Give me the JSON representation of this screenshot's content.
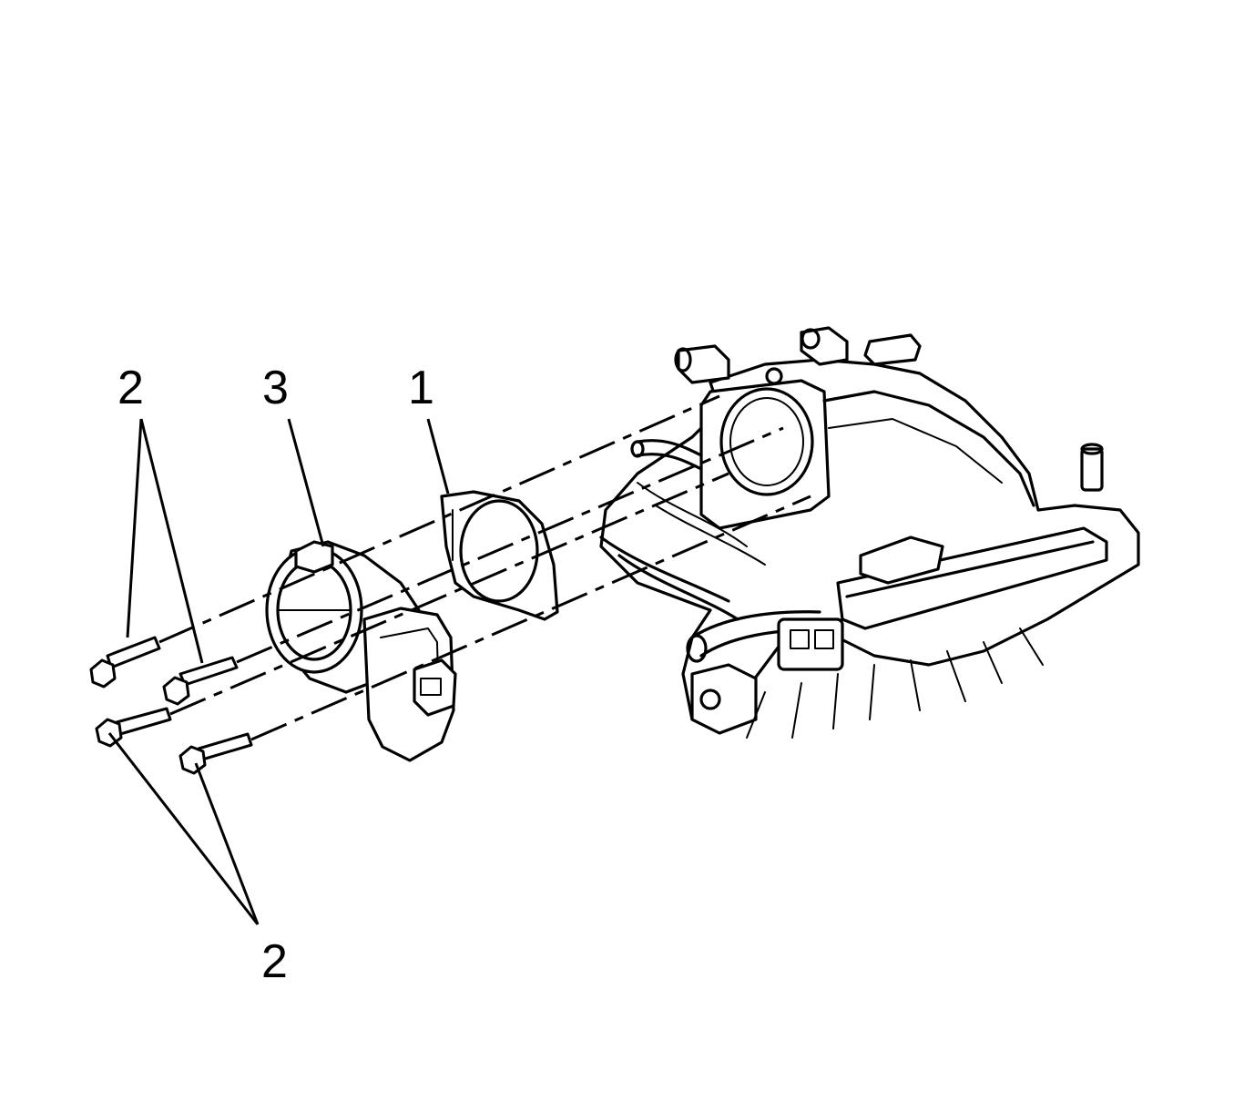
{
  "callouts": [
    {
      "id": "bolts-upper",
      "text": "2"
    },
    {
      "id": "throttle-body",
      "text": "3"
    },
    {
      "id": "gasket",
      "text": "1"
    },
    {
      "id": "bolts-lower",
      "text": "2"
    }
  ],
  "colors": {
    "line": "#000000",
    "background": "#ffffff"
  }
}
